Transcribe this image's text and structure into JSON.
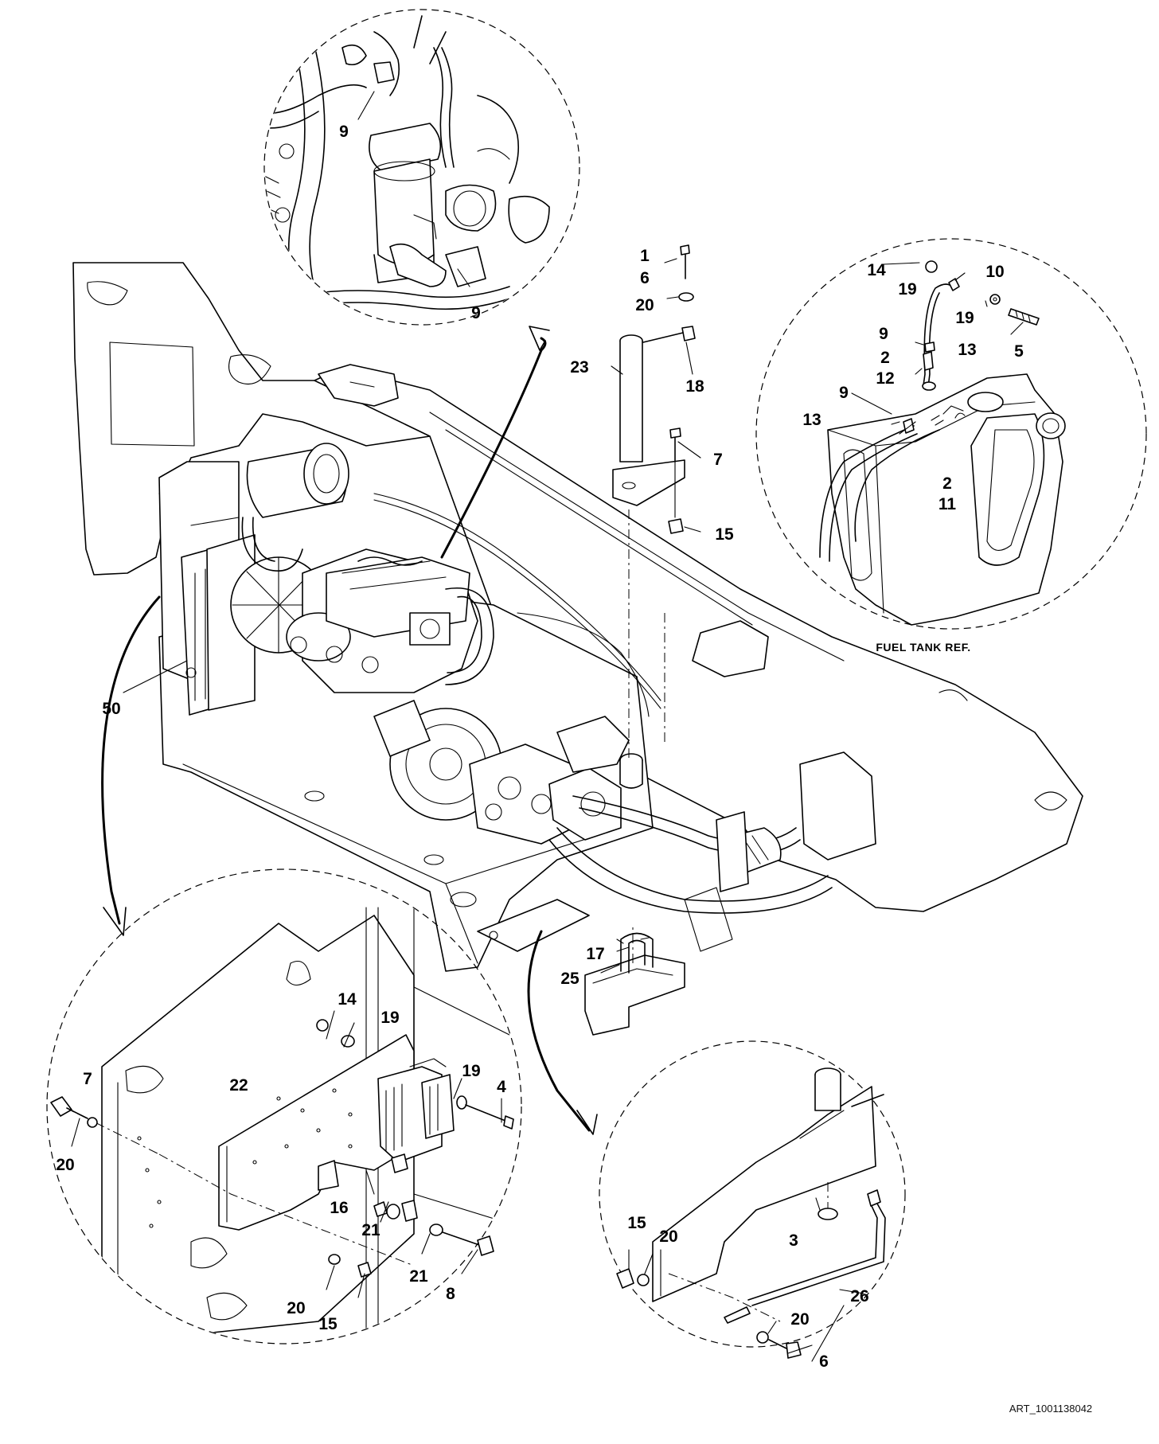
{
  "figure": {
    "fuel_tank_caption": "FUEL TANK REF.",
    "art_id": "ART_1001138042"
  },
  "callouts": [
    {
      "id": "top-9a",
      "text": "9"
    },
    {
      "id": "top-9b",
      "text": "9"
    },
    {
      "id": "mid-1",
      "text": "1"
    },
    {
      "id": "mid-6",
      "text": "6"
    },
    {
      "id": "mid-20",
      "text": "20"
    },
    {
      "id": "mid-23",
      "text": "23"
    },
    {
      "id": "mid-18",
      "text": "18"
    },
    {
      "id": "mid-7",
      "text": "7"
    },
    {
      "id": "mid-15",
      "text": "15"
    },
    {
      "id": "ft-14",
      "text": "14"
    },
    {
      "id": "ft-10",
      "text": "10"
    },
    {
      "id": "ft-19a",
      "text": "19"
    },
    {
      "id": "ft-19b",
      "text": "19"
    },
    {
      "id": "ft-9a",
      "text": "9"
    },
    {
      "id": "ft-13a",
      "text": "13"
    },
    {
      "id": "ft-5",
      "text": "5"
    },
    {
      "id": "ft-2a",
      "text": "2"
    },
    {
      "id": "ft-12",
      "text": "12"
    },
    {
      "id": "ft-9b",
      "text": "9"
    },
    {
      "id": "ft-13b",
      "text": "13"
    },
    {
      "id": "ft-2b",
      "text": "2"
    },
    {
      "id": "ft-11",
      "text": "11"
    },
    {
      "id": "main-50",
      "text": "50"
    },
    {
      "id": "main-17",
      "text": "17"
    },
    {
      "id": "main-25",
      "text": "25"
    },
    {
      "id": "bl-14",
      "text": "14"
    },
    {
      "id": "bl-19a",
      "text": "19"
    },
    {
      "id": "bl-7",
      "text": "7"
    },
    {
      "id": "bl-22",
      "text": "22"
    },
    {
      "id": "bl-19b",
      "text": "19"
    },
    {
      "id": "bl-4",
      "text": "4"
    },
    {
      "id": "bl-20a",
      "text": "20"
    },
    {
      "id": "bl-16",
      "text": "16"
    },
    {
      "id": "bl-21a",
      "text": "21"
    },
    {
      "id": "bl-21b",
      "text": "21"
    },
    {
      "id": "bl-8",
      "text": "8"
    },
    {
      "id": "bl-20b",
      "text": "20"
    },
    {
      "id": "bl-15",
      "text": "15"
    },
    {
      "id": "br-15",
      "text": "15"
    },
    {
      "id": "br-20a",
      "text": "20"
    },
    {
      "id": "br-3",
      "text": "3"
    },
    {
      "id": "br-26",
      "text": "26"
    },
    {
      "id": "br-20b",
      "text": "20"
    },
    {
      "id": "br-6",
      "text": "6"
    }
  ]
}
